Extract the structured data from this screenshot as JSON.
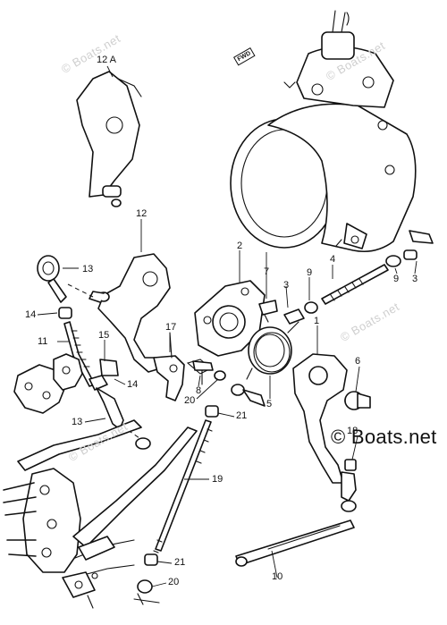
{
  "watermark": {
    "text": "© Boats.net",
    "copies": 4
  },
  "brand": {
    "text": "© Boats.net"
  },
  "direction_marker": {
    "text": "FWD"
  },
  "callouts": [
    {
      "id": "c-12a",
      "text": "12 A"
    },
    {
      "id": "c-12",
      "text": "12"
    },
    {
      "id": "c-13a",
      "text": "13"
    },
    {
      "id": "c-14a",
      "text": "14"
    },
    {
      "id": "c-11",
      "text": "11"
    },
    {
      "id": "c-15",
      "text": "15"
    },
    {
      "id": "c-14b",
      "text": "14"
    },
    {
      "id": "c-13b",
      "text": "13"
    },
    {
      "id": "c-17",
      "text": "17"
    },
    {
      "id": "c-2",
      "text": "2"
    },
    {
      "id": "c-7",
      "text": "7"
    },
    {
      "id": "c-3a",
      "text": "3"
    },
    {
      "id": "c-9a",
      "text": "9"
    },
    {
      "id": "c-4",
      "text": "4"
    },
    {
      "id": "c-9b",
      "text": "9"
    },
    {
      "id": "c-3b",
      "text": "3"
    },
    {
      "id": "c-1",
      "text": "1"
    },
    {
      "id": "c-6",
      "text": "6"
    },
    {
      "id": "c-8",
      "text": "8"
    },
    {
      "id": "c-20a",
      "text": "20"
    },
    {
      "id": "c-21a",
      "text": "21"
    },
    {
      "id": "c-5",
      "text": "5"
    },
    {
      "id": "c-18",
      "text": "18"
    },
    {
      "id": "c-19",
      "text": "19"
    },
    {
      "id": "c-21b",
      "text": "21"
    },
    {
      "id": "c-20b",
      "text": "20"
    },
    {
      "id": "c-10",
      "text": "10"
    }
  ]
}
